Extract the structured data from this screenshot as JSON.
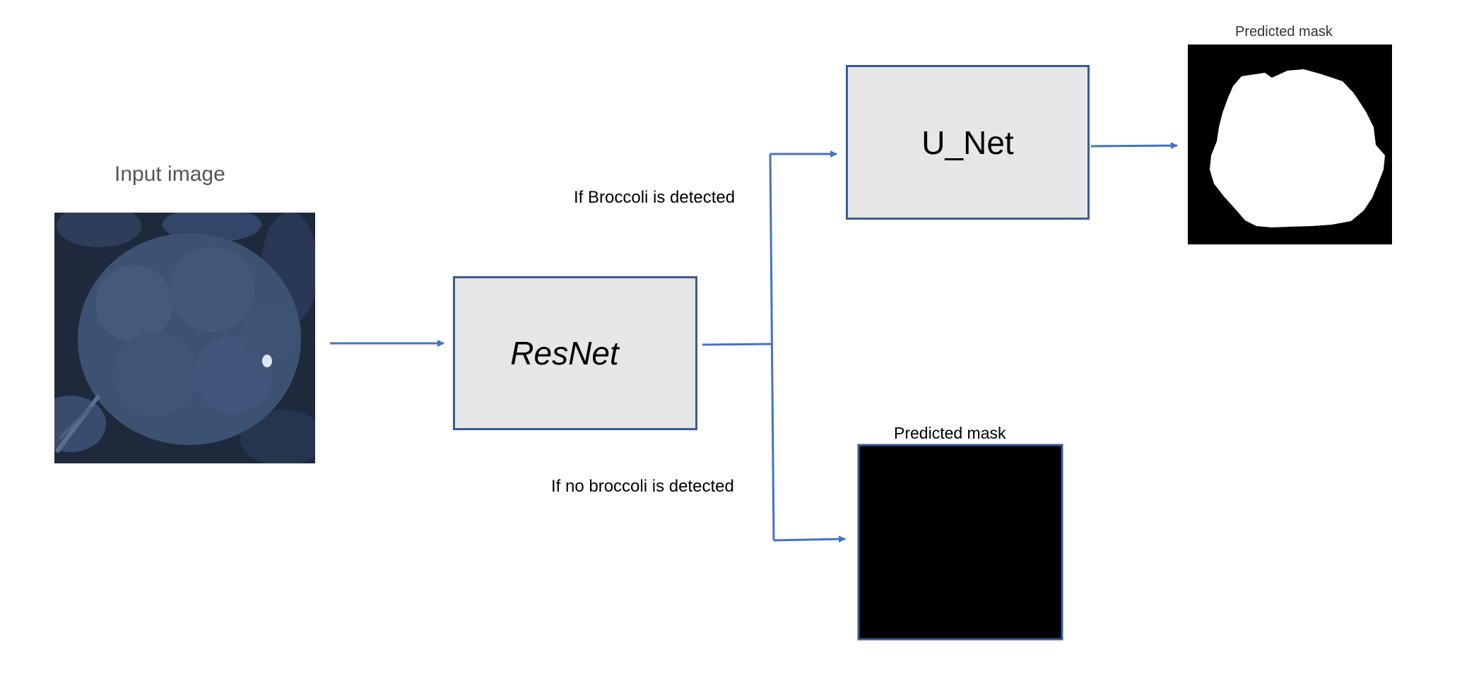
{
  "diagram": {
    "input_label": "Input image",
    "resnet_label": "ResNet",
    "unet_label": "U_Net",
    "branch_yes_label": "If Broccoli is detected",
    "branch_no_label": "If no broccoli is detected",
    "mask_top_label": "Predicted mask",
    "mask_bottom_label": "Predicted mask"
  },
  "colors": {
    "arrow": "#4472c4",
    "box_fill": "#e6e6e6",
    "box_border": "#3a5a9a",
    "mask_background": "#000000",
    "mask_foreground": "#ffffff"
  }
}
